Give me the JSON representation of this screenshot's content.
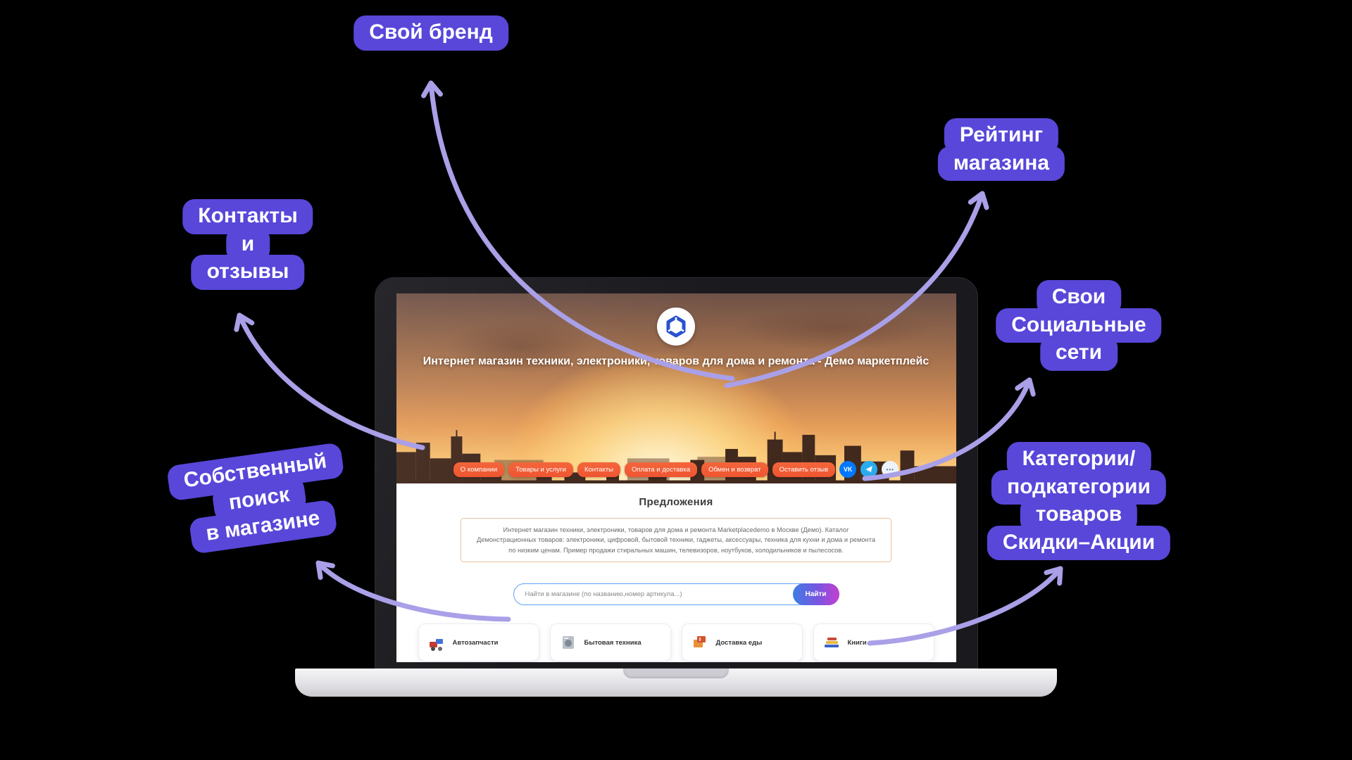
{
  "colors": {
    "callout_bg": "#5847d9",
    "arrow": "#a9a0e8",
    "nav_pill_orange": "#ee5530",
    "search_button_gradient": [
      "#3f7ce5",
      "#c43fd0"
    ],
    "vk_blue": "#0077ff",
    "telegram_blue": "#2aabee",
    "logo_blue": "#2a52d0"
  },
  "callouts": {
    "own_brand": {
      "lines": [
        "Свой бренд"
      ]
    },
    "rating": {
      "lines": [
        "Рейтинг",
        "магазина"
      ]
    },
    "contacts": {
      "lines": [
        "Контакты",
        "и",
        "отзывы"
      ]
    },
    "socials": {
      "lines": [
        "Свои",
        "Социальные",
        "сети"
      ]
    },
    "own_search": {
      "lines": [
        "Собственный",
        "поиск",
        "в магазине"
      ]
    },
    "categories": {
      "lines": [
        "Категории/",
        "подкатегории",
        "товаров",
        "Скидки–Акции"
      ]
    }
  },
  "site": {
    "title": "Интернет магазин техники, электроники, товаров для дома и ремонта - Демо маркетплейс",
    "nav": [
      "О компании",
      "Товары и услуги",
      "Контакты",
      "Оплата и доставка",
      "Обмен и возврат",
      "Оставить отзыв"
    ],
    "social_icons": [
      "vk",
      "telegram",
      "more"
    ],
    "section_title": "Предложения",
    "description": "Интернет магазин техники, электроники, товаров для дома и ремонта Marketplacedemo в Москве (Демо). Каталог Демонстрационных товаров: электроники, цифровой, бытовой техники, гаджеты, аксессуары, техника для кухни и дома и ремонта по низким ценам. Пример продажи стиральных машин, телевизоров, ноутбуков, холодильников и пылесосов.",
    "search": {
      "placeholder": "Найти в магазине (по названию,номер артикула...)",
      "button": "Найти"
    },
    "categories": [
      "Автозапчасти",
      "Бытовая техника",
      "Доставка еды",
      "Книги"
    ]
  }
}
